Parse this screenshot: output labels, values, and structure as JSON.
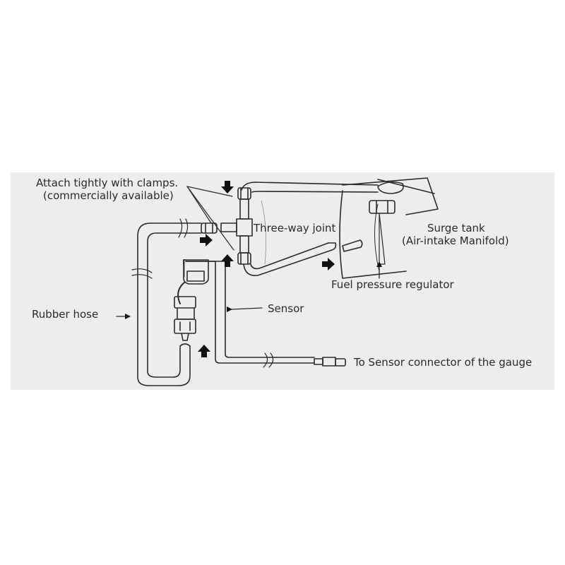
{
  "labels": {
    "clamps_line1": "Attach tightly with clamps.",
    "clamps_line2": "(commercially available)",
    "three_way_joint": "Three-way joint",
    "surge_tank_line1": "Surge tank",
    "surge_tank_line2": "(Air-intake Manifold)",
    "fuel_pressure_regulator": "Fuel pressure regulator",
    "rubber_hose": "Rubber hose",
    "sensor": "Sensor",
    "sensor_connector": "To Sensor connector of the gauge"
  },
  "colors": {
    "background": "#ecedef",
    "line": "#2b2b2b",
    "arrow": "#111111"
  },
  "icons": [
    "arrow-right-icon",
    "arrow-up-icon",
    "arrow-down-icon"
  ]
}
